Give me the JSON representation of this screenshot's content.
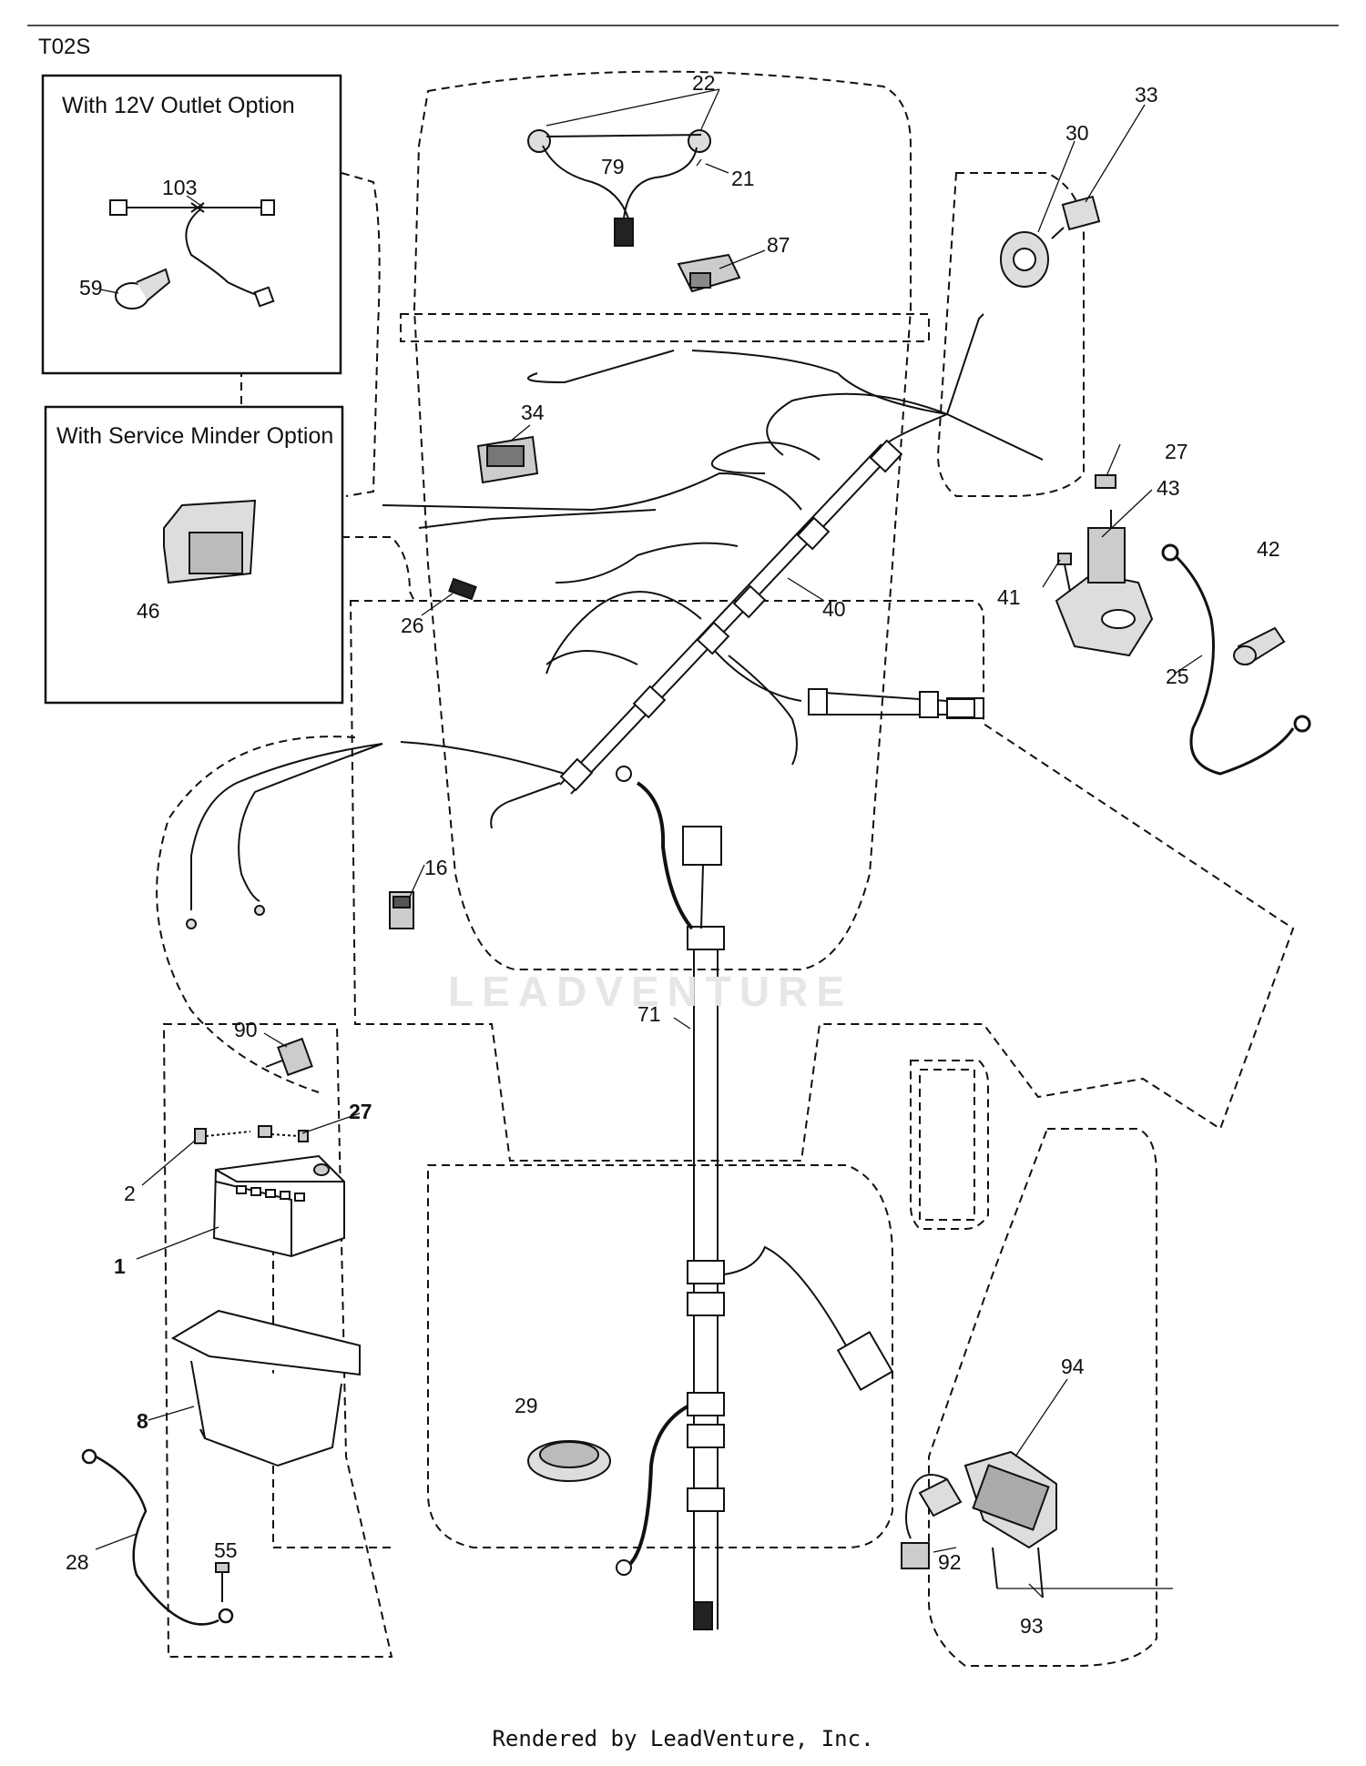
{
  "sheet_id": "T02S",
  "footer": "Rendered by LeadVenture, Inc.",
  "watermark": "LEADVENTURE",
  "option_boxes": [
    {
      "title": "With 12V Outlet Option"
    },
    {
      "title": "With Service Minder Option"
    }
  ],
  "callouts": {
    "p1": "1",
    "p2": "2",
    "p8": "8",
    "p16": "16",
    "p21": "21",
    "p22": "22",
    "p25": "25",
    "p26": "26",
    "p27a": "27",
    "p27b": "27",
    "p28": "28",
    "p29": "29",
    "p30": "30",
    "p33": "33",
    "p34": "34",
    "p40": "40",
    "p41": "41",
    "p42": "42",
    "p43": "43",
    "p46": "46",
    "p55": "55",
    "p59": "59",
    "p71": "71",
    "p79": "79",
    "p87": "87",
    "p90": "90",
    "p92": "92",
    "p93": "93",
    "p94": "94",
    "p103": "103"
  },
  "colors": {
    "line": "#111111",
    "part_fill": "#d9d9d9",
    "watermark": "#e6e6e6"
  }
}
